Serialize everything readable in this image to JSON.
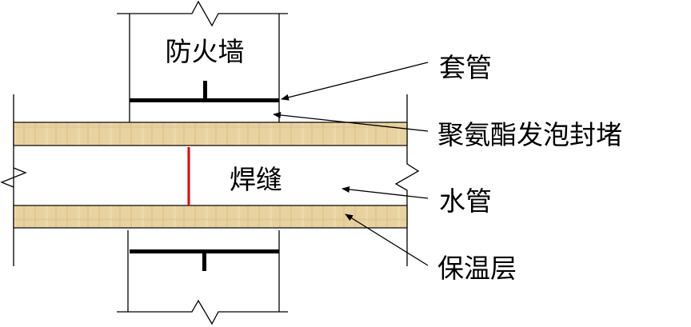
{
  "diagram": {
    "wall_label": "防火墙",
    "weld_label": "焊缝",
    "callouts": [
      {
        "label": "套管"
      },
      {
        "label": "聚氨酯发泡封堵"
      },
      {
        "label": "水管"
      },
      {
        "label": "保温层"
      }
    ],
    "colors": {
      "insulation": "#e6cf9a",
      "weld": "#e00000",
      "line": "#000000"
    }
  }
}
